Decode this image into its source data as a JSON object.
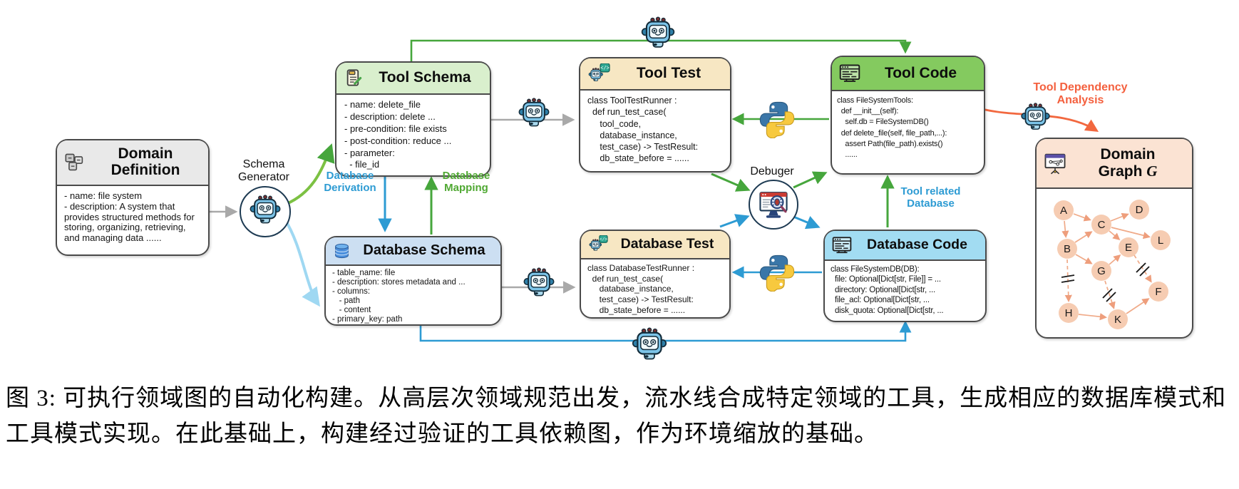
{
  "caption": "图 3: 可执行领域图的自动化构建。从高层次领域规范出发，流水线合成特定领域的工具，生成相应的数据库模式和工具模式实现。在此基础上，构建经过验证的工具依赖图，作为环境缩放的基础。",
  "boxes": {
    "domain_definition": {
      "title": "Domain Definition",
      "lines": [
        "- name: file system",
        "- description:  A system that provides structured methods for storing, organizing, retrieving, and managing data ......"
      ]
    },
    "tool_schema": {
      "title": "Tool Schema",
      "lines": [
        "- name: delete_file",
        "- description: delete ...",
        "- pre-condition: file exists",
        "- post-condition: reduce ...",
        "- parameter:",
        "  - file_id"
      ]
    },
    "tool_test": {
      "title": "Tool Test",
      "lines": [
        "class ToolTestRunner :",
        "  def run_test_case(",
        "     tool_code,",
        "     database_instance,",
        "     test_case) -> TestResult:",
        "     db_state_before = ......"
      ]
    },
    "tool_code": {
      "title": "Tool Code",
      "lines": [
        "class FileSystemTools:",
        "  def __init__(self):",
        "    self.db = FileSystemDB()",
        "  def delete_file(self, file_path,...):",
        "    assert Path(file_path).exists()",
        "    ......"
      ]
    },
    "database_schema": {
      "title": "Database Schema",
      "lines": [
        "- table_name: file",
        "- description: stores metadata and ...",
        "- columns:",
        "   - path",
        "   - content",
        "- primary_key: path"
      ]
    },
    "database_test": {
      "title": "Database Test",
      "lines": [
        "class DatabaseTestRunner :",
        "  def run_test_case(",
        "     database_instance,",
        "     test_case) -> TestResult:",
        "     db_state_before = ......"
      ]
    },
    "database_code": {
      "title": "Database Code",
      "lines": [
        "class FileSystemDB(DB):",
        "  file: Optional[Dict[str, File]] = ...",
        "  directory: Optional[Dict[str, ...",
        "  file_acl: Optional[Dict[str, ...",
        "  disk_quota: Optional[Dict[str, ..."
      ]
    },
    "domain_graph": {
      "title_line1": "Domain",
      "title_line2": "Graph",
      "title_italic": "G"
    }
  },
  "labels": {
    "schema_generator": "Schema Generator",
    "database_derivation": "Database Derivation",
    "database_mapping": "Database Mapping",
    "debugger": "Debuger",
    "tool_related_database": "Tool related Database",
    "tool_dependency_analysis": "Tool Dependency Analysis"
  },
  "graph": {
    "nodes": [
      "A",
      "C",
      "D",
      "L",
      "B",
      "E",
      "G",
      "F",
      "H",
      "K"
    ],
    "edges": [
      {
        "from": "A",
        "to": "C",
        "status": "kept"
      },
      {
        "from": "A",
        "to": "B",
        "status": "kept"
      },
      {
        "from": "B",
        "to": "C",
        "status": "kept"
      },
      {
        "from": "B",
        "to": "G",
        "status": "kept"
      },
      {
        "from": "C",
        "to": "D",
        "status": "kept"
      },
      {
        "from": "C",
        "to": "E",
        "status": "kept"
      },
      {
        "from": "C",
        "to": "L",
        "status": "kept"
      },
      {
        "from": "G",
        "to": "E",
        "status": "kept"
      },
      {
        "from": "H",
        "to": "K",
        "status": "kept"
      },
      {
        "from": "K",
        "to": "F",
        "status": "kept"
      },
      {
        "from": "B",
        "to": "H",
        "status": "pruned"
      },
      {
        "from": "G",
        "to": "K",
        "status": "pruned"
      },
      {
        "from": "E",
        "to": "F",
        "status": "pruned"
      }
    ]
  },
  "colors": {
    "green_arrow": "#46a63c",
    "blue_arrow": "#2d9bd3",
    "light_blue_arrow": "#9fd8f2",
    "gray_arrow": "#a9a9a9",
    "orange_arrow": "#f2683f",
    "graph_edge": "#f0aa88",
    "tool_schema_header": "#d9efcd",
    "test_header": "#f7e7c3",
    "tool_code_header": "#84ca5f",
    "database_schema_header": "#ccdff2",
    "database_code_header": "#a2dcf2",
    "domain_definition_header": "#e9e9e9",
    "domain_graph_header": "#fbe3d3",
    "graph_node": "#f6ccb2"
  }
}
